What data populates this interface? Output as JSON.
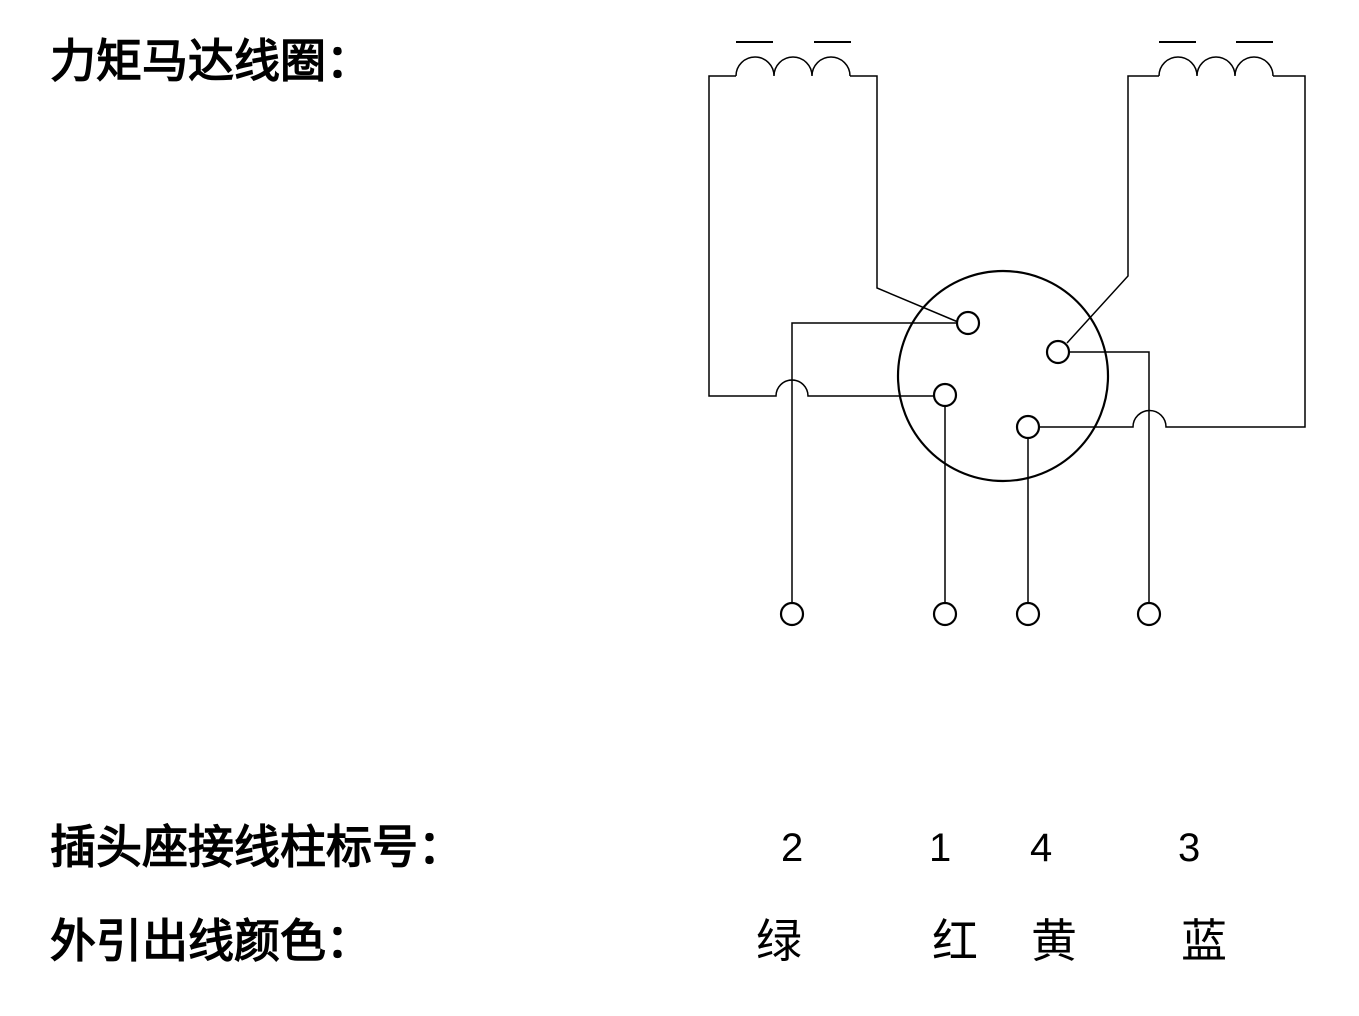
{
  "labels": {
    "coil": "力矩马达线圈：",
    "pins": "插头座接线柱标号：",
    "colors": "外引出线颜色："
  },
  "pin_numbers": [
    "2",
    "1",
    "4",
    "3"
  ],
  "wire_colors": [
    "绿",
    "红",
    "黄",
    "蓝"
  ]
}
